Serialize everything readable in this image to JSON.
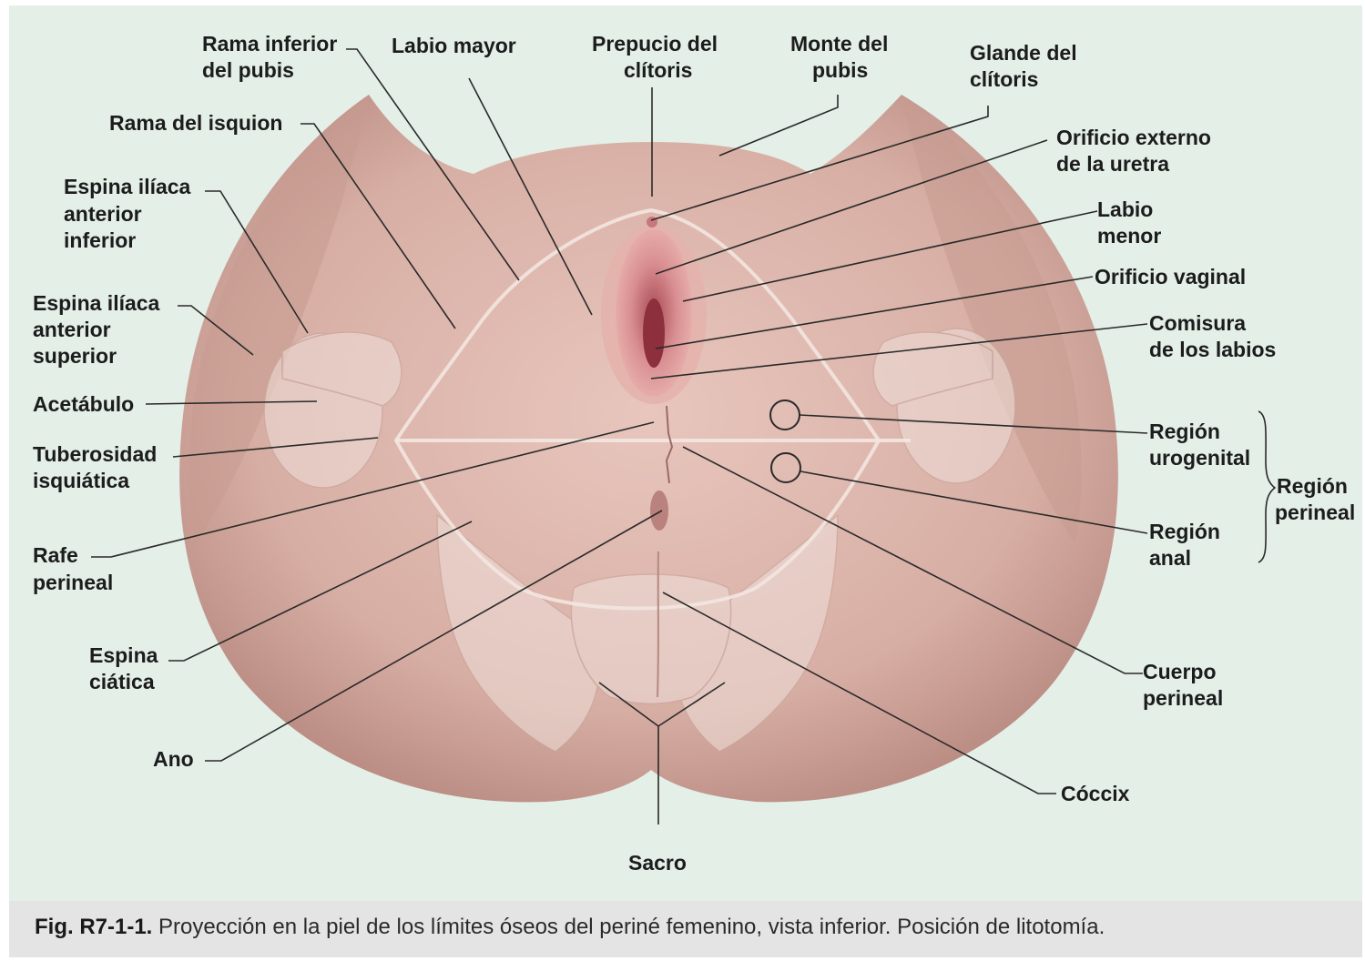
{
  "labels": {
    "rama_inferior_pubis": [
      "Rama inferior",
      "del pubis"
    ],
    "labio_mayor": [
      "Labio mayor"
    ],
    "prepucio_clitoris": [
      "Prepucio del",
      "clítoris"
    ],
    "monte_pubis": [
      "Monte del",
      "pubis"
    ],
    "glande_clitoris": [
      "Glande del",
      "clítoris"
    ],
    "rama_isquion": [
      "Rama del isquion"
    ],
    "espina_iliaca_anterior_inferior": [
      "Espina ilíaca",
      "anterior",
      "inferior"
    ],
    "orificio_externo_uretra": [
      "Orificio externo",
      "de la uretra"
    ],
    "labio_menor": [
      "Labio",
      "menor"
    ],
    "orificio_vaginal": [
      "Orificio vaginal"
    ],
    "espina_iliaca_anterior_superior": [
      "Espina ilíaca",
      "anterior",
      "superior"
    ],
    "comisura_labios": [
      "Comisura",
      "de los labios"
    ],
    "acetabulo": [
      "Acetábulo"
    ],
    "tuberosidad_isquiatica": [
      "Tuberosidad",
      "isquiática"
    ],
    "region_urogenital": [
      "Región",
      "urogenital"
    ],
    "region_perineal": [
      "Región",
      "perineal"
    ],
    "region_anal": [
      "Región",
      "anal"
    ],
    "rafe_perineal": [
      "Rafe",
      "perineal"
    ],
    "espina_ciatica": [
      "Espina",
      "ciática"
    ],
    "cuerpo_perineal": [
      "Cuerpo",
      "perineal"
    ],
    "ano": [
      "Ano"
    ],
    "coccix": [
      "Cóccix"
    ],
    "sacro": [
      "Sacro"
    ]
  },
  "caption": {
    "label": "Fig. R7-1-1.",
    "text": "Proyección en la piel de los límites óseos del periné femenino, vista inferior. Posición de litotomía."
  },
  "colors": {
    "panel_background": "#e3efe7",
    "skin": "#d9b2a8",
    "bone_overlay": "#ecdcd6",
    "labia": "#d98f92",
    "caption_background": "#e4e4e4"
  }
}
